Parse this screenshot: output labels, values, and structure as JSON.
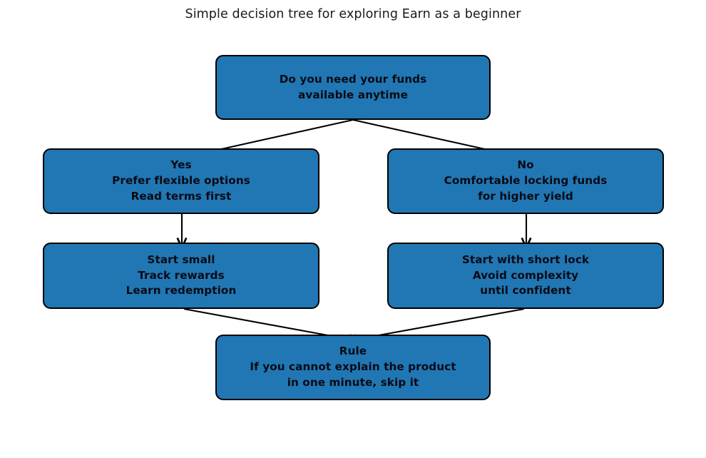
{
  "title": "Simple decision tree for exploring Earn as a beginner",
  "colors": {
    "node_fill": "#2077b4",
    "node_border": "#000000",
    "node_text": "#0a0a14",
    "edge": "#000000",
    "background": "#ffffff"
  },
  "chart_data": {
    "type": "diagram",
    "title": "Simple decision tree for exploring Earn as a beginner",
    "nodes": [
      {
        "id": "root",
        "text": "Do you need your funds\navailable anytime",
        "lines": [
          "Do you need your funds",
          "available anytime"
        ],
        "level": 0
      },
      {
        "id": "yes",
        "text": "Yes\nPrefer flexible options\nRead terms first",
        "lines": [
          "Yes",
          "Prefer flexible options",
          "Read terms first"
        ],
        "level": 1
      },
      {
        "id": "no",
        "text": "No\nComfortable locking funds\nfor higher yield",
        "lines": [
          "No",
          "Comfortable locking funds",
          "for higher yield"
        ],
        "level": 1
      },
      {
        "id": "yes-next",
        "text": "Start small\nTrack rewards\nLearn redemption",
        "lines": [
          "Start small",
          "Track rewards",
          "Learn redemption"
        ],
        "level": 2
      },
      {
        "id": "no-next",
        "text": "Start with short lock\nAvoid complexity\nuntil confident",
        "lines": [
          "Start with short lock",
          "Avoid complexity",
          "until confident"
        ],
        "level": 2
      },
      {
        "id": "rule",
        "text": "Rule\nIf you cannot explain the product\nin one minute, skip it",
        "lines": [
          "Rule",
          "If you cannot explain the product",
          "in one minute, skip it"
        ],
        "level": 3
      }
    ],
    "edges": [
      {
        "from": "root",
        "to": "yes",
        "style": "arrow"
      },
      {
        "from": "root",
        "to": "no",
        "style": "arrow"
      },
      {
        "from": "yes",
        "to": "yes-next",
        "style": "arrow"
      },
      {
        "from": "no",
        "to": "no-next",
        "style": "arrow"
      },
      {
        "from": "yes-next",
        "to": "rule",
        "style": "arrow"
      },
      {
        "from": "no-next",
        "to": "rule",
        "style": "arrow"
      }
    ]
  }
}
